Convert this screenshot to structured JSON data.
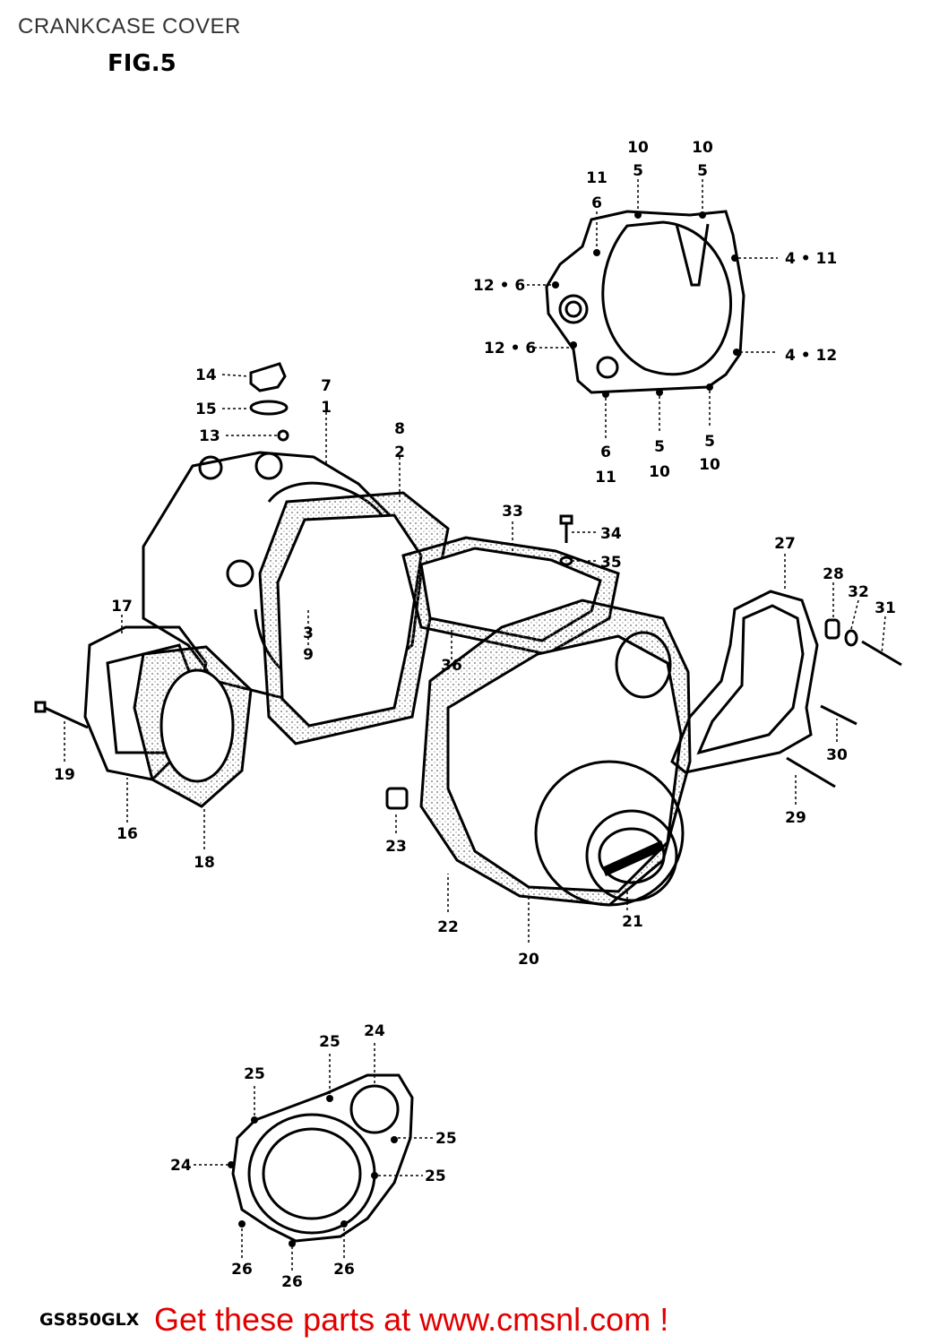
{
  "page": {
    "title": "CRANKCASE COVER",
    "figure": "FIG.5",
    "model_code": "GS850GLX",
    "cta": "Get these parts at www.cmsnl.com !"
  },
  "callouts": {
    "c1": "10",
    "c2": "5",
    "c3": "10",
    "c4": "5",
    "c5": "11",
    "c6": "6",
    "c7": "4 • 11",
    "c8": "12 • 6",
    "c9": "12 • 6",
    "c10": "4 • 12",
    "c11": "6",
    "c12": "11",
    "c13": "5",
    "c14": "10",
    "c15": "5",
    "c16": "10",
    "c17": "14",
    "c18": "15",
    "c19": "13",
    "c20": "7",
    "c21": "1",
    "c22": "8",
    "c23": "2",
    "c24": "33",
    "c25": "34",
    "c26": "35",
    "c27": "27",
    "c28": "28",
    "c29": "32",
    "c30": "31",
    "c31": "17",
    "c32": "3",
    "c33": "9",
    "c34": "36",
    "c35": "19",
    "c36": "16",
    "c37": "18",
    "c38": "30",
    "c39": "29",
    "c40": "23",
    "c41": "22",
    "c42": "20",
    "c43": "21",
    "c44": "24",
    "c45": "25",
    "c46": "25",
    "c47": "25",
    "c48": "24",
    "c49": "25",
    "c50": "26",
    "c51": "26",
    "c52": "26"
  },
  "colors": {
    "ink": "#000000",
    "title": "#333333",
    "cta": "#e00000",
    "stipple": "#888888"
  }
}
